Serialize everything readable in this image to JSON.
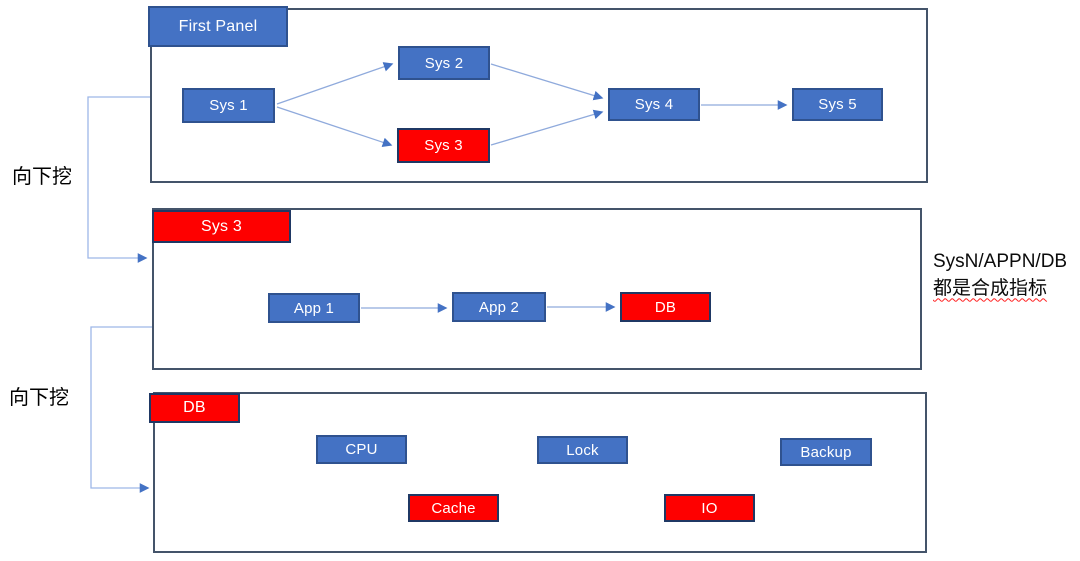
{
  "diagram": {
    "type": "drilldown-flow",
    "panels": [
      {
        "title": "First Panel",
        "title_style": "blue",
        "nodes": [
          {
            "label": "Sys 1",
            "style": "blue"
          },
          {
            "label": "Sys 2",
            "style": "blue"
          },
          {
            "label": "Sys 3",
            "style": "red"
          },
          {
            "label": "Sys 4",
            "style": "blue"
          },
          {
            "label": "Sys 5",
            "style": "blue"
          }
        ],
        "edges": [
          "Sys 1→Sys 2",
          "Sys 1→Sys 3",
          "Sys 2→Sys 4",
          "Sys 3→Sys 4",
          "Sys 4→Sys 5"
        ]
      },
      {
        "title": "Sys 3",
        "title_style": "red",
        "nodes": [
          {
            "label": "App 1",
            "style": "blue"
          },
          {
            "label": "App 2",
            "style": "blue"
          },
          {
            "label": "DB",
            "style": "red"
          }
        ],
        "edges": [
          "App 1→App 2",
          "App 2→DB"
        ]
      },
      {
        "title": "DB",
        "title_style": "red",
        "nodes": [
          {
            "label": "CPU",
            "style": "blue"
          },
          {
            "label": "Lock",
            "style": "blue"
          },
          {
            "label": "Backup",
            "style": "blue"
          },
          {
            "label": "Cache",
            "style": "red"
          },
          {
            "label": "IO",
            "style": "red"
          }
        ],
        "edges": []
      }
    ],
    "drilldown_connections": [
      {
        "from": "First Panel",
        "to": "Sys 3 panel",
        "label": "向下挖"
      },
      {
        "from": "Sys 3 panel",
        "to": "DB panel",
        "label": "向下挖"
      }
    ]
  },
  "annotations": {
    "drilldown_labels": [
      {
        "text": "向下挖"
      },
      {
        "text": "向下挖"
      }
    ],
    "side_note": {
      "line1": "SysN/APPN/DB",
      "line2": "都是合成指标"
    }
  },
  "colors": {
    "node_blue_fill": "#4472C4",
    "node_blue_border": "#2F528F",
    "node_red_fill": "#FE0000",
    "node_red_border": "#1F3864",
    "panel_border": "#44546A",
    "arrow_line": "#8FAADC",
    "arrow_head": "#4472C4",
    "node_text": "#FFFFFF",
    "label_text": "#000000",
    "squiggle": "#FF1F1F"
  }
}
